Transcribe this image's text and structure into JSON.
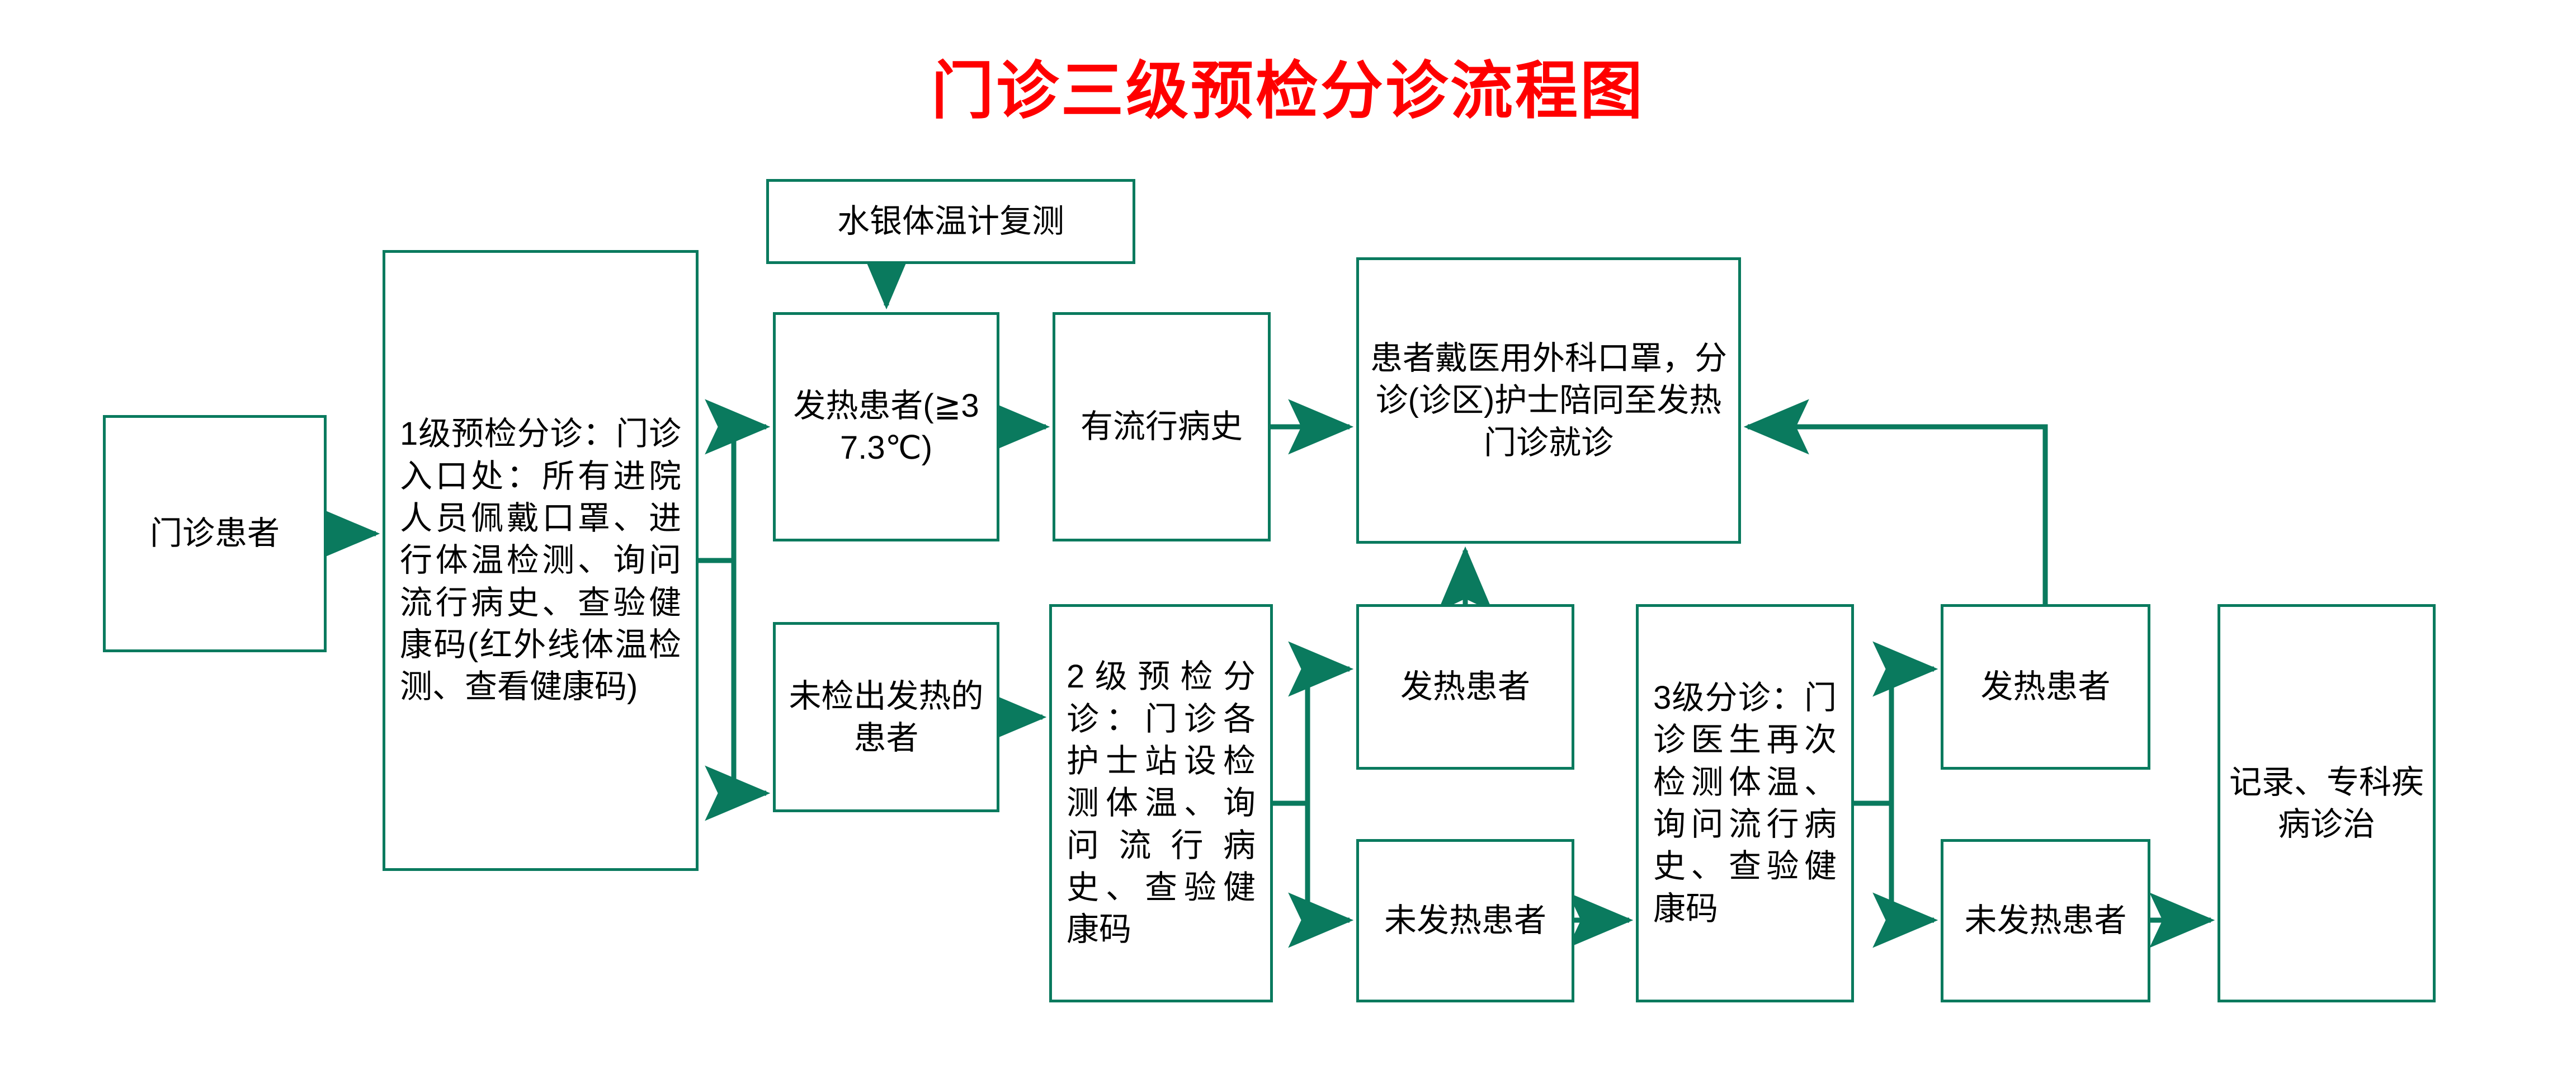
{
  "title": "门诊三级预检分诊流程图",
  "theme": {
    "title_color": "#ff0000",
    "box_border_color": "#0a7a5e",
    "connector_color": "#0a7a5e",
    "text_color": "#000000",
    "background_color": "#ffffff"
  },
  "nodes": {
    "patient": "门诊患者",
    "level1": "1级预检分诊：门诊入口处：所有进院人员佩戴口罩、进行体温检测、询问流行病史、查验健康码(红外线体温检测、查看健康码)",
    "mercury": "水银体温计复测",
    "fever1": "发热患者(≧37.3℃)",
    "epidemic_history": "有流行病史",
    "dispatch": "患者戴医用外科口罩，分诊(诊区)护士陪同至发热门诊就诊",
    "no_fever_detected": "未检出发热的患者",
    "level2": "2级预检分诊：门诊各护士站设检测体温、询问流行病史、查验健康码",
    "fever2": "发热患者",
    "no_fever2": "未发热患者",
    "level3": "3级分诊：门诊医生再次检测体温、询问流行病史、查验健康码",
    "fever3": "发热患者",
    "no_fever3": "未发热患者",
    "record": "记录、专科疾病诊治"
  },
  "chart_data": {
    "type": "diagram",
    "title": "门诊三级预检分诊流程图",
    "diagram_kind": "flowchart",
    "orientation": "left-to-right",
    "nodes": [
      {
        "id": "patient",
        "label": "门诊患者"
      },
      {
        "id": "level1",
        "label": "1级预检分诊：门诊入口处：所有进院人员佩戴口罩、进行体温检测、询问流行病史、查验健康码(红外线体温检测、查看健康码)"
      },
      {
        "id": "mercury",
        "label": "水银体温计复测"
      },
      {
        "id": "fever1",
        "label": "发热患者(≧37.3℃)"
      },
      {
        "id": "epidemic_history",
        "label": "有流行病史"
      },
      {
        "id": "dispatch",
        "label": "患者戴医用外科口罩，分诊(诊区)护士陪同至发热门诊就诊"
      },
      {
        "id": "no_fever_detected",
        "label": "未检出发热的患者"
      },
      {
        "id": "level2",
        "label": "2级预检分诊：门诊各护士站设检测体温、询问流行病史、查验健康码"
      },
      {
        "id": "fever2",
        "label": "发热患者"
      },
      {
        "id": "no_fever2",
        "label": "未发热患者"
      },
      {
        "id": "level3",
        "label": "3级分诊：门诊医生再次检测体温、询问流行病史、查验健康码"
      },
      {
        "id": "fever3",
        "label": "发热患者"
      },
      {
        "id": "no_fever3",
        "label": "未发热患者"
      },
      {
        "id": "record",
        "label": "记录、专科疾病诊治"
      }
    ],
    "edges": [
      {
        "from": "patient",
        "to": "level1"
      },
      {
        "from": "level1",
        "to": "fever1"
      },
      {
        "from": "level1",
        "to": "no_fever_detected"
      },
      {
        "from": "mercury",
        "to": "fever1"
      },
      {
        "from": "fever1",
        "to": "epidemic_history"
      },
      {
        "from": "epidemic_history",
        "to": "dispatch"
      },
      {
        "from": "no_fever_detected",
        "to": "level2"
      },
      {
        "from": "level2",
        "to": "fever2"
      },
      {
        "from": "level2",
        "to": "no_fever2"
      },
      {
        "from": "fever2",
        "to": "dispatch"
      },
      {
        "from": "no_fever2",
        "to": "level3"
      },
      {
        "from": "level3",
        "to": "fever3"
      },
      {
        "from": "level3",
        "to": "no_fever3"
      },
      {
        "from": "fever3",
        "to": "dispatch"
      },
      {
        "from": "no_fever3",
        "to": "record"
      }
    ]
  }
}
